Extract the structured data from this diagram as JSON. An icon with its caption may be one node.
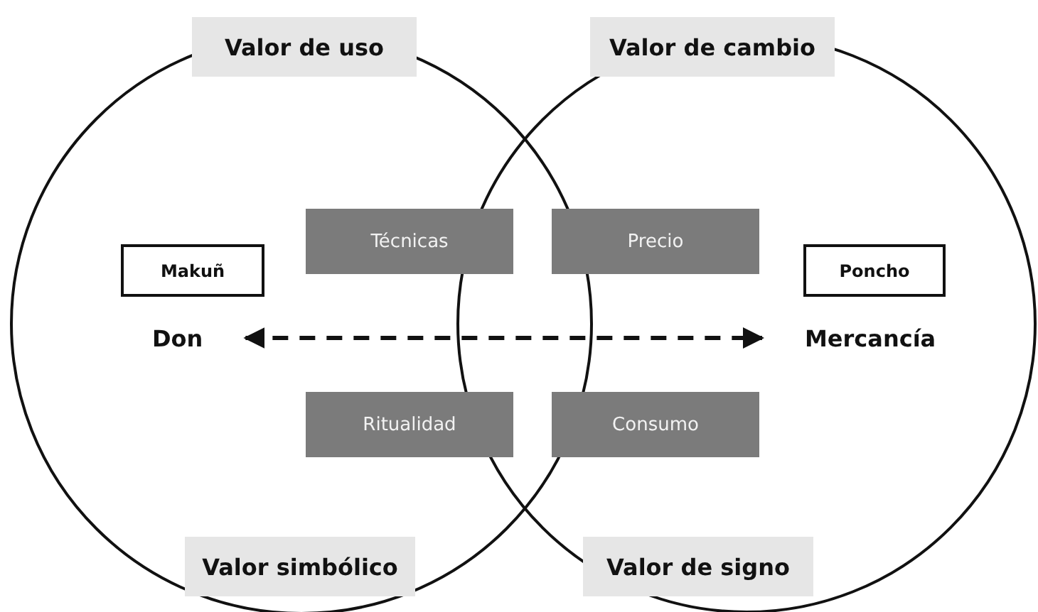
{
  "diagram": {
    "nodes": [
      {
        "text": [
          "Valor de uso"
        ]
      },
      {
        "text": [
          "Valor de cambio"
        ]
      },
      {
        "text": [
          "Técnicas"
        ]
      },
      {
        "text": [
          "Precio"
        ]
      },
      {
        "text": [
          "Makuñ"
        ]
      },
      {
        "text": [
          "Poncho"
        ]
      },
      {
        "text": [
          "Don"
        ]
      },
      {
        "text": [
          "Mercancía"
        ]
      },
      {
        "text": [
          "Ritualidad"
        ]
      },
      {
        "text": [
          "Consumo"
        ]
      },
      {
        "text": [
          "Valor simbólico"
        ]
      },
      {
        "text": [
          "Valor de signo"
        ]
      }
    ],
    "edges": [
      {
        "from": 6,
        "to": 7,
        "arrow": "both",
        "style": "dashed"
      }
    ]
  }
}
